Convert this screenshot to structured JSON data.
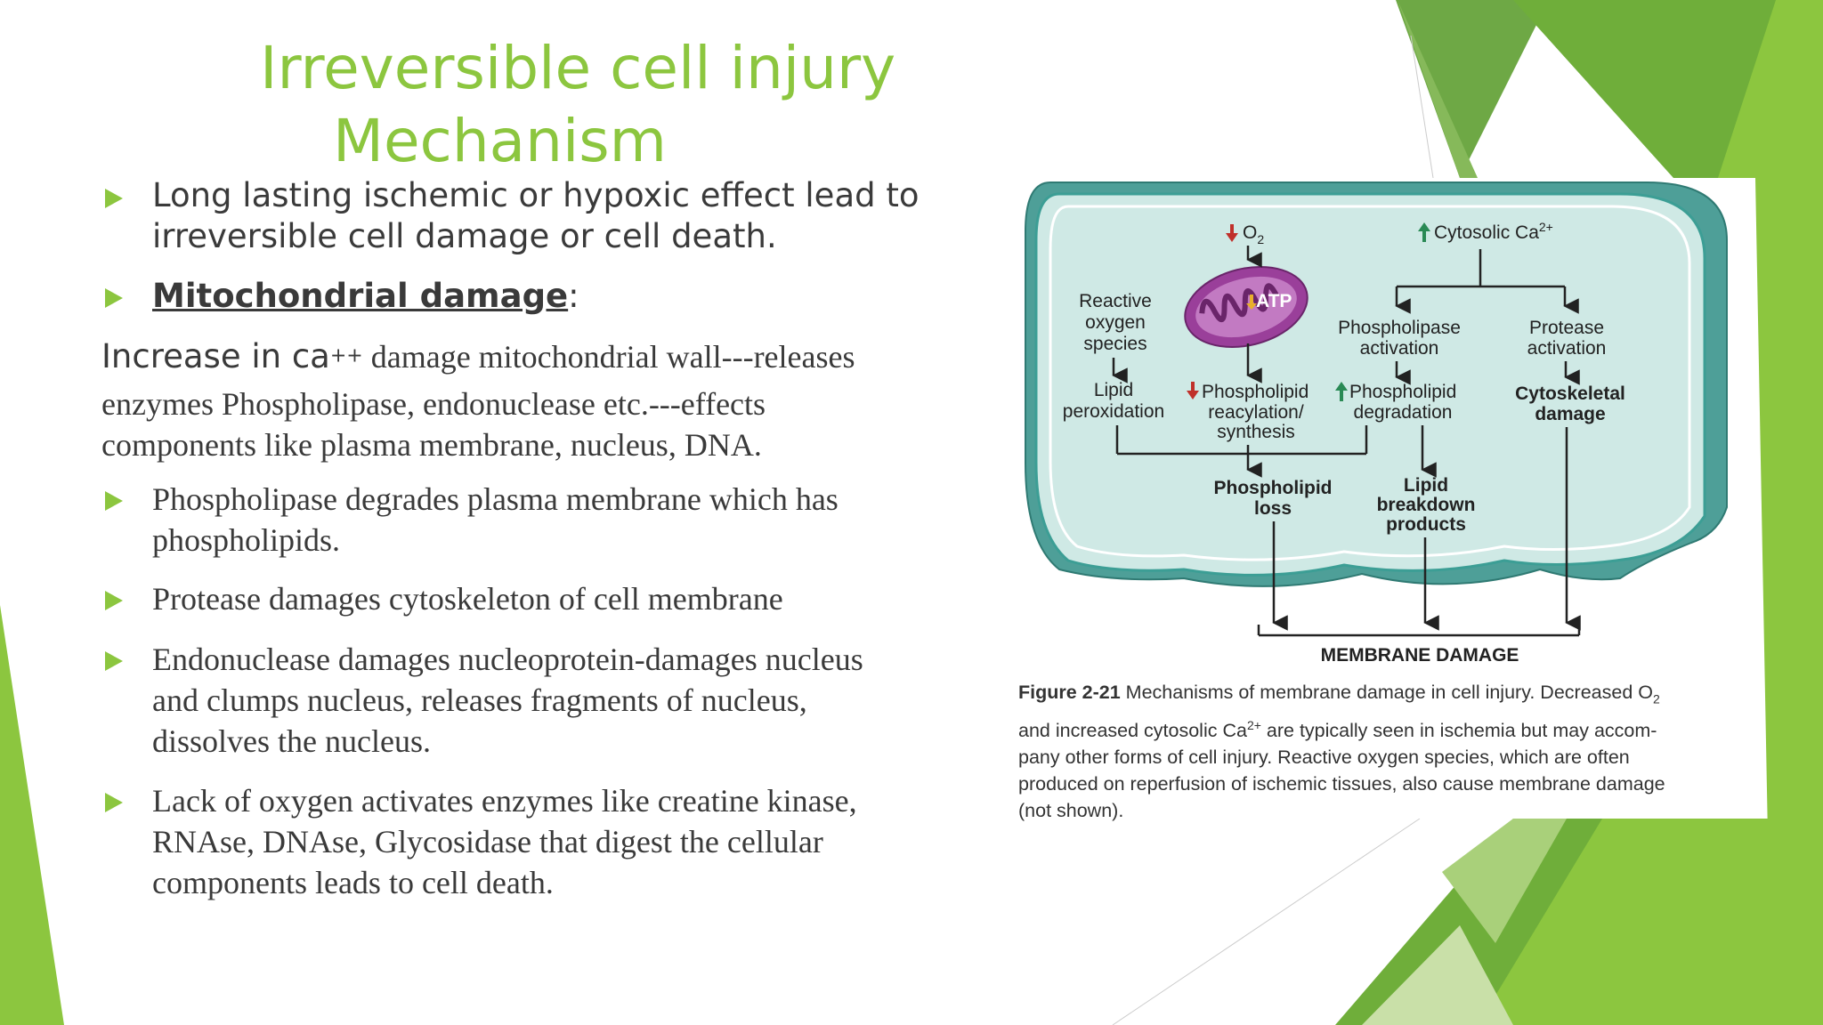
{
  "slide": {
    "title_line1": "Irreversible cell injury",
    "title_line2": "Mechanism",
    "accent_color": "#8cc63f",
    "bullet_icon": "triangle-right-icon"
  },
  "content": {
    "bullet1_line1": "Long lasting ischemic or hypoxic effect lead to",
    "bullet1_line2": "irreversible cell damage or cell death.",
    "bullet2_heading": "Mitochondrial damage",
    "bullet2_colon": ":",
    "para_lead": "Increase in ca",
    "para_sup": "++",
    "para_line1_rest": "  damage mitochondrial wall---releases",
    "para_line2": "enzymes Phospholipase, endonuclease etc.---effects",
    "para_line3": "components like plasma membrane, nucleus, DNA.",
    "bullet3_line1": "Phospholipase degrades plasma membrane which has",
    "bullet3_line2": "phospholipids.",
    "bullet4_line1": "Protease damages cytoskeleton of cell membrane",
    "bullet5_line1": "Endonuclease damages nucleoprotein-damages nucleus",
    "bullet5_line2": "and clumps nucleus, releases fragments of nucleus,",
    "bullet5_line3": "dissolves the nucleus.",
    "bullet6_line1": "Lack of oxygen activates enzymes like creatine kinase,",
    "bullet6_line2": "RNAse, DNAse, Glycosidase that digest the cellular",
    "bullet6_line3": "components leads to cell death."
  },
  "figure": {
    "o2": "O",
    "o2_sub": "2",
    "cytosolic": "Cytosolic Ca",
    "cytosolic_sup": "2+",
    "atp": "ATP",
    "ros_line1": "Reactive",
    "ros_line2": "oxygen",
    "ros_line3": "species",
    "lipid_line1": "Lipid",
    "lipid_line2": "peroxidation",
    "phospholipase_line1": "Phospholipase",
    "phospholipase_line2": "activation",
    "protease_line1": "Protease",
    "protease_line2": "activation",
    "reacyl_line1": "Phospholipid",
    "reacyl_line2": "reacylation/",
    "reacyl_line3": "synthesis",
    "degrad_line1": "Phospholipid",
    "degrad_line2": "degradation",
    "cyto_line1": "Cytoskeletal",
    "cyto_line2": "damage",
    "loss_line1": "Phospholipid",
    "loss_line2": "loss",
    "breakdown_line1": "Lipid",
    "breakdown_line2": "breakdown",
    "breakdown_line3": "products",
    "membrane_damage": "MEMBRANE DAMAGE",
    "cell_color": "#cfe9e5",
    "cell_border_color": "#3c9e95",
    "down_arrow_color": "#c0302a",
    "up_arrow_color": "#2a8a55",
    "mito_color": "#9a3f9a"
  },
  "caption": {
    "label": "Figure 2-21",
    "line1_rest": "  Mechanisms of membrane damage in cell injury. Decreased O",
    "line1_sub": "2",
    "line2_a": "and increased cytosolic Ca",
    "line2_sup": "2+",
    "line2_b": " are typically seen in ischemia but may accom-",
    "line3": "pany other forms of cell injury. Reactive oxygen species, which are often",
    "line4": "produced on reperfusion of ischemic tissues, also cause membrane damage",
    "line5": "(not shown)."
  }
}
